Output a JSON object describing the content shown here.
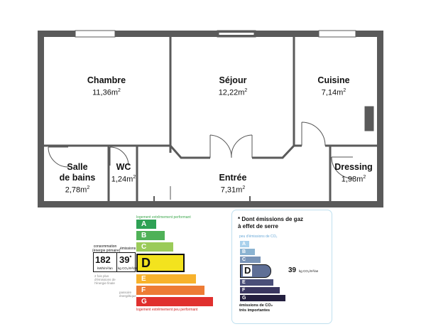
{
  "rooms": [
    {
      "name_lines": [
        "Chambre"
      ],
      "area": "11,36m",
      "unit": "2"
    },
    {
      "name_lines": [
        "Séjour"
      ],
      "area": "12,22m",
      "unit": "2"
    },
    {
      "name_lines": [
        "Cuisine"
      ],
      "area": "7,14m",
      "unit": "2"
    },
    {
      "name_lines": [
        "Salle",
        "de bains"
      ],
      "area": "2,78m",
      "unit": "2"
    },
    {
      "name_lines": [
        "WC"
      ],
      "area": "1,24m",
      "unit": "2"
    },
    {
      "name_lines": [
        "Entrée"
      ],
      "area": "7,31m",
      "unit": "2"
    },
    {
      "name_lines": [
        "Dressing"
      ],
      "area": "1,98m",
      "unit": "2"
    }
  ],
  "energy": {
    "top_note": "logement extrêmement performant",
    "bottom_note": "logement extrêmement peu performant",
    "classes": [
      "A",
      "B",
      "C",
      "D",
      "E",
      "F",
      "G"
    ],
    "colors": [
      "#2ea155",
      "#4fb157",
      "#9bcb59",
      "#f3e31e",
      "#f7b22c",
      "#ed7b35",
      "#e0302e"
    ],
    "current": "D",
    "consumption_label_1": "consommation",
    "consumption_label_2": "(énergie primaire)",
    "consumption_value": "182",
    "consumption_unit": "kWh/m²/an",
    "emissions_label": "émissions",
    "emissions_value": "39",
    "emissions_star": "*",
    "emissions_unit": "kg CO₂/m²/an",
    "side_note_1": "2 fois plus",
    "side_note_2": "d'émissions de",
    "side_note_3": "l'énergie finale",
    "passoire_1": "passoire",
    "passoire_2": "énergétique"
  },
  "ges": {
    "title_1": "* Dont émissions de gaz",
    "title_2": "à effet de serre",
    "low_note": "peu d'émissions de CO₂",
    "classes": [
      "A",
      "B",
      "C",
      "D",
      "E",
      "F",
      "G"
    ],
    "colors": [
      "#a9d1ec",
      "#8bb3d1",
      "#7994b7",
      "#5f6f96",
      "#4a4f79",
      "#3a3760",
      "#241f3f"
    ],
    "current": "D",
    "value": "39",
    "unit": "kg CO₂/m²/an",
    "high_note_1": "émissions de CO₂",
    "high_note_2": "très importantes"
  }
}
